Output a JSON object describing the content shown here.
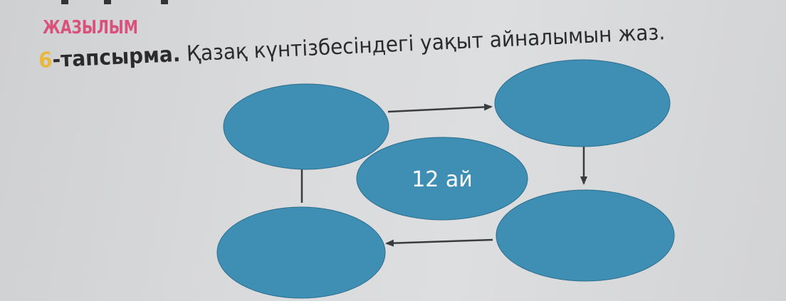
{
  "header": {
    "section_title": "ЖАЗЫЛЫМ"
  },
  "task": {
    "number": "6",
    "label": "-тапсырма.",
    "text": " Қазақ күнтізбесіндегі уақыт айналымын жаз."
  },
  "diagram": {
    "center_label": "12 ай",
    "ellipse_labels": [
      "",
      "",
      "",
      ""
    ],
    "arrows": [
      "top-left → top-right",
      "top-right → bottom-right",
      "bottom-right → bottom-left",
      "bottom-left → top-left"
    ]
  },
  "colors": {
    "ellipse_fill": "#3f8fb4",
    "ellipse_stroke": "#2c6e8f",
    "section_title": "#d9527c",
    "task_number": "#e8b83c",
    "text": "#2b2b2e",
    "arrow": "#3b3b3e"
  }
}
